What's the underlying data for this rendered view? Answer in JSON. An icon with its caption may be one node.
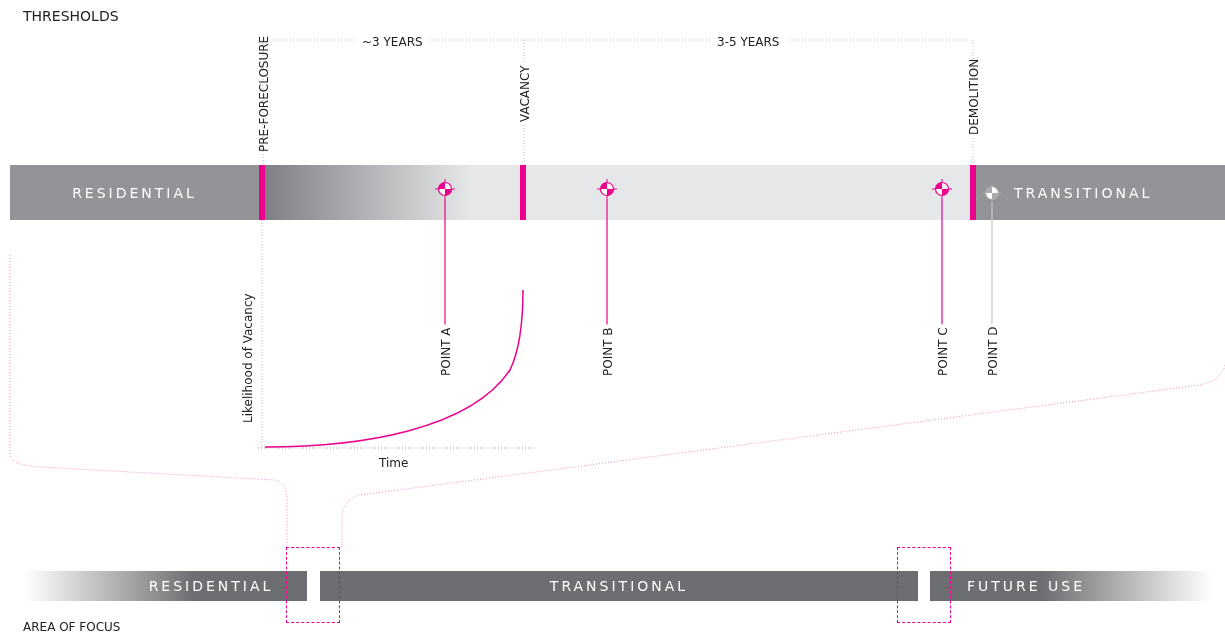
{
  "diagram": {
    "title": "THRESHOLDS",
    "nodes": [
      {
        "text": [
          "RESIDENTIAL"
        ]
      },
      {
        "text": [
          "TRANSITIONAL"
        ]
      },
      {
        "text": [],
        "shape": "circle"
      },
      {
        "text": [],
        "shape": "circle"
      },
      {
        "text": [],
        "shape": "circle"
      },
      {
        "text": [],
        "shape": "circle",
        "in": 1
      },
      {
        "text": [
          "POINT A"
        ]
      },
      {
        "text": [
          "POINT B"
        ]
      },
      {
        "text": [
          "POINT C"
        ]
      },
      {
        "text": [
          "POINT D"
        ]
      },
      {
        "text": [
          "RESIDENTIAL"
        ]
      },
      {
        "text": [
          "TRANSITIONAL"
        ]
      },
      {
        "text": [
          "FUTURE USE"
        ]
      },
      {
        "text": [],
        "shape": "box"
      },
      {
        "text": [],
        "shape": "box"
      }
    ],
    "edges": [
      {
        "from": 6,
        "to": 2,
        "arrow": "none"
      },
      {
        "from": 7,
        "to": 3,
        "arrow": "none"
      },
      {
        "from": 8,
        "to": 4,
        "arrow": "none"
      },
      {
        "from": 9,
        "to": 5,
        "arrow": "none",
        "color": "#c8c8c8"
      }
    ],
    "labels": [
      "PRE-FORECLOSURE",
      "~3 YEARS",
      "VACANCY",
      "3-5 YEARS",
      "DEMOLITION",
      "Likelihood of Vacancy",
      "Time",
      "AREA OF FOCUS"
    ]
  }
}
